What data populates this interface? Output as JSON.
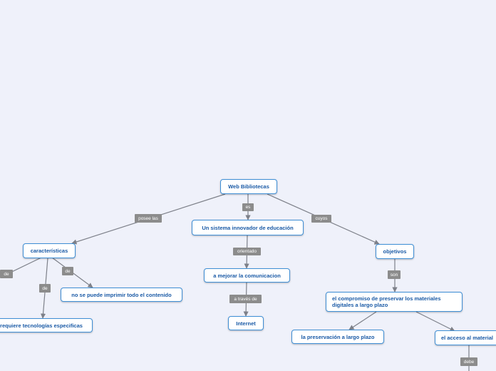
{
  "nodes": {
    "root": "Web Bibliotecas",
    "sistema": "Un sistema innovador de educación",
    "comunicacion": "a mejorar la comunicacion",
    "internet": "Internet",
    "caracteristicas": "características",
    "imprimir": "no se puede imprimir todo el contenido",
    "tecnologias": "requiere tecnologías especificas",
    "objetivos": "objetivos",
    "compromiso": "el compromiso de preservar los materiales digitales a largo plazo",
    "preservacion": "la preservación a largo plazo",
    "acceso": "el acceso al material"
  },
  "tags": {
    "es": "es",
    "posee": "posee las",
    "cuyos": "cuyos",
    "orientado": "orientado",
    "traves": "a través de",
    "de1": "de",
    "de2": "de",
    "de3": "de",
    "son": "son",
    "debe": "debe"
  },
  "colors": {
    "background": "#eff1fa",
    "node_border": "#3f8fd6",
    "node_text": "#1a5aa6",
    "tag_bg": "#8c8c8c",
    "line": "#7d8089"
  }
}
